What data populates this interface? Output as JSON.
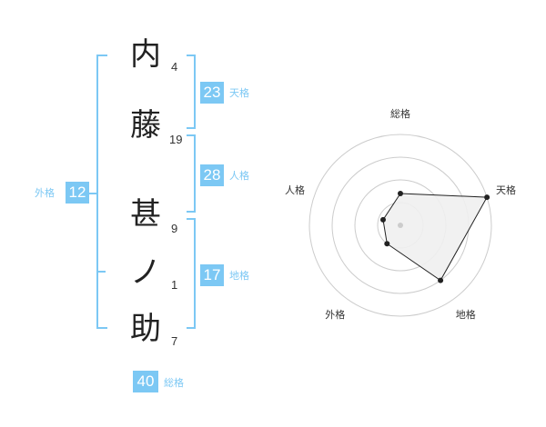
{
  "name": [
    {
      "char": "内",
      "strokes": "4"
    },
    {
      "char": "藤",
      "strokes": "19"
    },
    {
      "char": "甚",
      "strokes": "9"
    },
    {
      "char": "ノ",
      "strokes": "1"
    },
    {
      "char": "助",
      "strokes": "7"
    }
  ],
  "fortunes": {
    "tenkaku": {
      "value": "23",
      "label": "天格"
    },
    "jinkaku": {
      "value": "28",
      "label": "人格"
    },
    "chikaku": {
      "value": "17",
      "label": "地格"
    },
    "gaikaku": {
      "value": "12",
      "label": "外格"
    },
    "soukaku": {
      "value": "40",
      "label": "総格"
    }
  },
  "chart_data": {
    "type": "radar",
    "axes": [
      "総格",
      "天格",
      "地格",
      "外格",
      "人格"
    ],
    "values": [
      0.35,
      1.0,
      0.75,
      0.25,
      0.2
    ],
    "rings": 4,
    "colors": {
      "fill": "#f0f0f0",
      "line": "#222222",
      "grid": "#cccccc",
      "center": "#cccccc"
    }
  },
  "colors": {
    "accent": "#7cc8f4"
  }
}
